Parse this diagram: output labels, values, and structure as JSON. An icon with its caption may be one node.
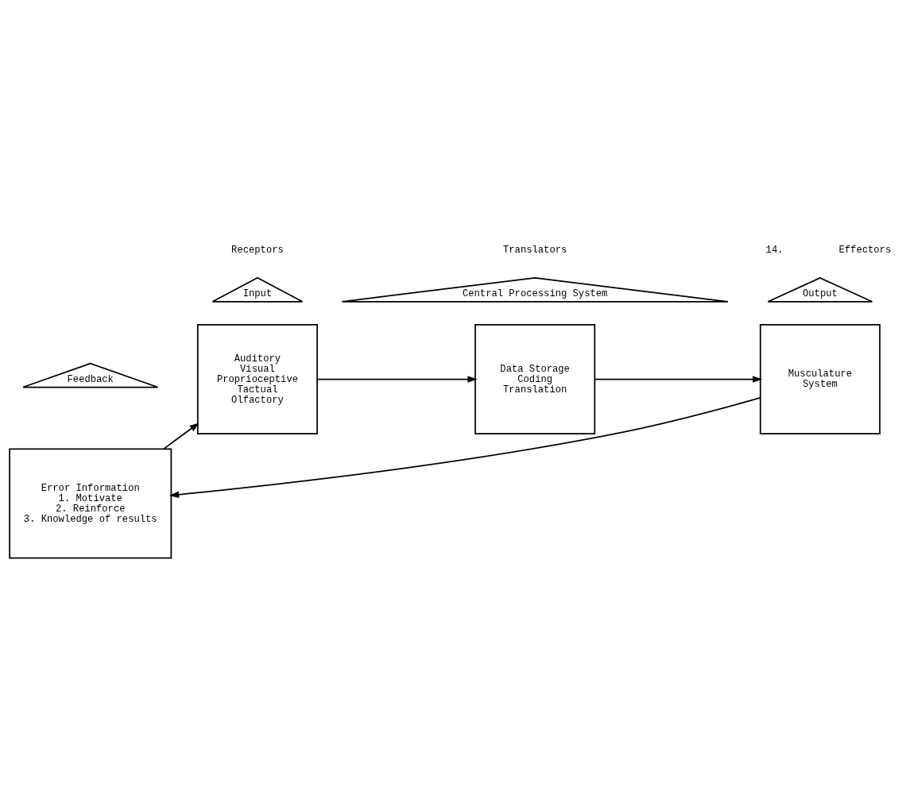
{
  "diagram": {
    "nodes": [
      {
        "text": [
          "Input"
        ],
        "beside": [
          "Receptors"
        ]
      },
      {
        "text": [
          "Auditory",
          "Visual",
          "Proprioceptive",
          "Tactual",
          "Olfactory"
        ]
      },
      {
        "text": [
          "Central Processing System"
        ],
        "beside": [
          "Translators"
        ]
      },
      {
        "text": [
          "Data Storage",
          "Coding",
          "Translation"
        ]
      },
      {
        "text": [
          "Output"
        ],
        "beside": [
          "Effectors"
        ]
      },
      {
        "text": [
          "Musculature",
          "System"
        ]
      },
      {
        "text": [
          "Feedback"
        ]
      },
      {
        "text": [
          "Error Information",
          "1. Motivate",
          "2. Reinforce",
          "3. Knowledge of results"
        ]
      }
    ],
    "edges": [
      {
        "from": 1,
        "to": 3,
        "arrow": "to"
      },
      {
        "from": 3,
        "to": 5,
        "arrow": "to"
      },
      {
        "from": 5,
        "to": 7,
        "arrow": "to"
      },
      {
        "from": 7,
        "to": 1,
        "arrow": "to"
      }
    ],
    "labels": [
      "14."
    ]
  }
}
